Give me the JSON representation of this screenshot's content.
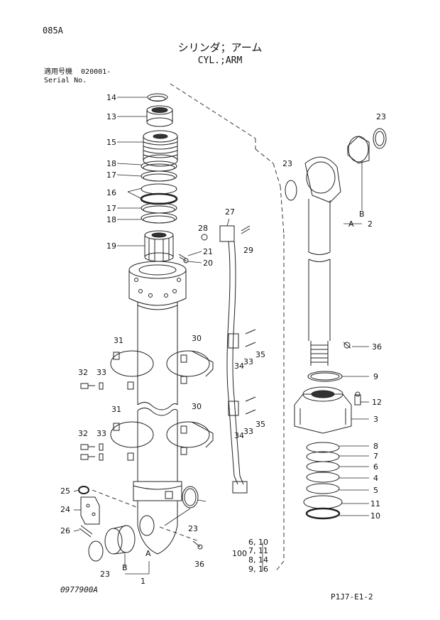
{
  "page_code": "085A",
  "title_jp": "シリンダ；アーム",
  "title_en": "CYL.;ARM",
  "serial_label_jp": "適用号機",
  "serial_value": "020001-",
  "serial_label_en": "Serial No.",
  "drawing_no": "0977900A",
  "sheet_ref": "P1J7-E1-2",
  "callouts": {
    "c14": "14",
    "c13": "13",
    "c15": "15",
    "c18a": "18",
    "c17a": "17",
    "c16": "16",
    "c17b": "17",
    "c18b": "18",
    "c19": "19",
    "c28": "28",
    "c27": "27",
    "c29": "29",
    "c21": "21",
    "c20": "20",
    "c23a": "23",
    "c23b": "23",
    "c31": "31",
    "c30a": "30",
    "c35a": "35",
    "c34a": "34",
    "c33a": "33",
    "c32a": "32",
    "c33b": "33",
    "c31b": "31",
    "c30b": "30",
    "c32b": "32",
    "c33c": "33",
    "c35b": "35",
    "c34b": "34",
    "c33d": "33",
    "c25": "25",
    "c24": "24",
    "c26": "26",
    "c23c": "23",
    "c23d": "23",
    "cA1": "A",
    "cB1": "B",
    "c1": "1",
    "c36a": "36",
    "cB2": "B",
    "cA2": "A",
    "c2": "2",
    "c36b": "36",
    "c9": "9",
    "c12": "12",
    "c3": "3",
    "c8": "8",
    "c7": "7",
    "c6": "6",
    "c4": "4",
    "c5": "5",
    "c11": "11",
    "c10": "10"
  },
  "kit_note": {
    "prefix": "100",
    "lines": [
      "6, 10",
      "7, 11",
      "8, 14",
      "9, 16"
    ]
  }
}
